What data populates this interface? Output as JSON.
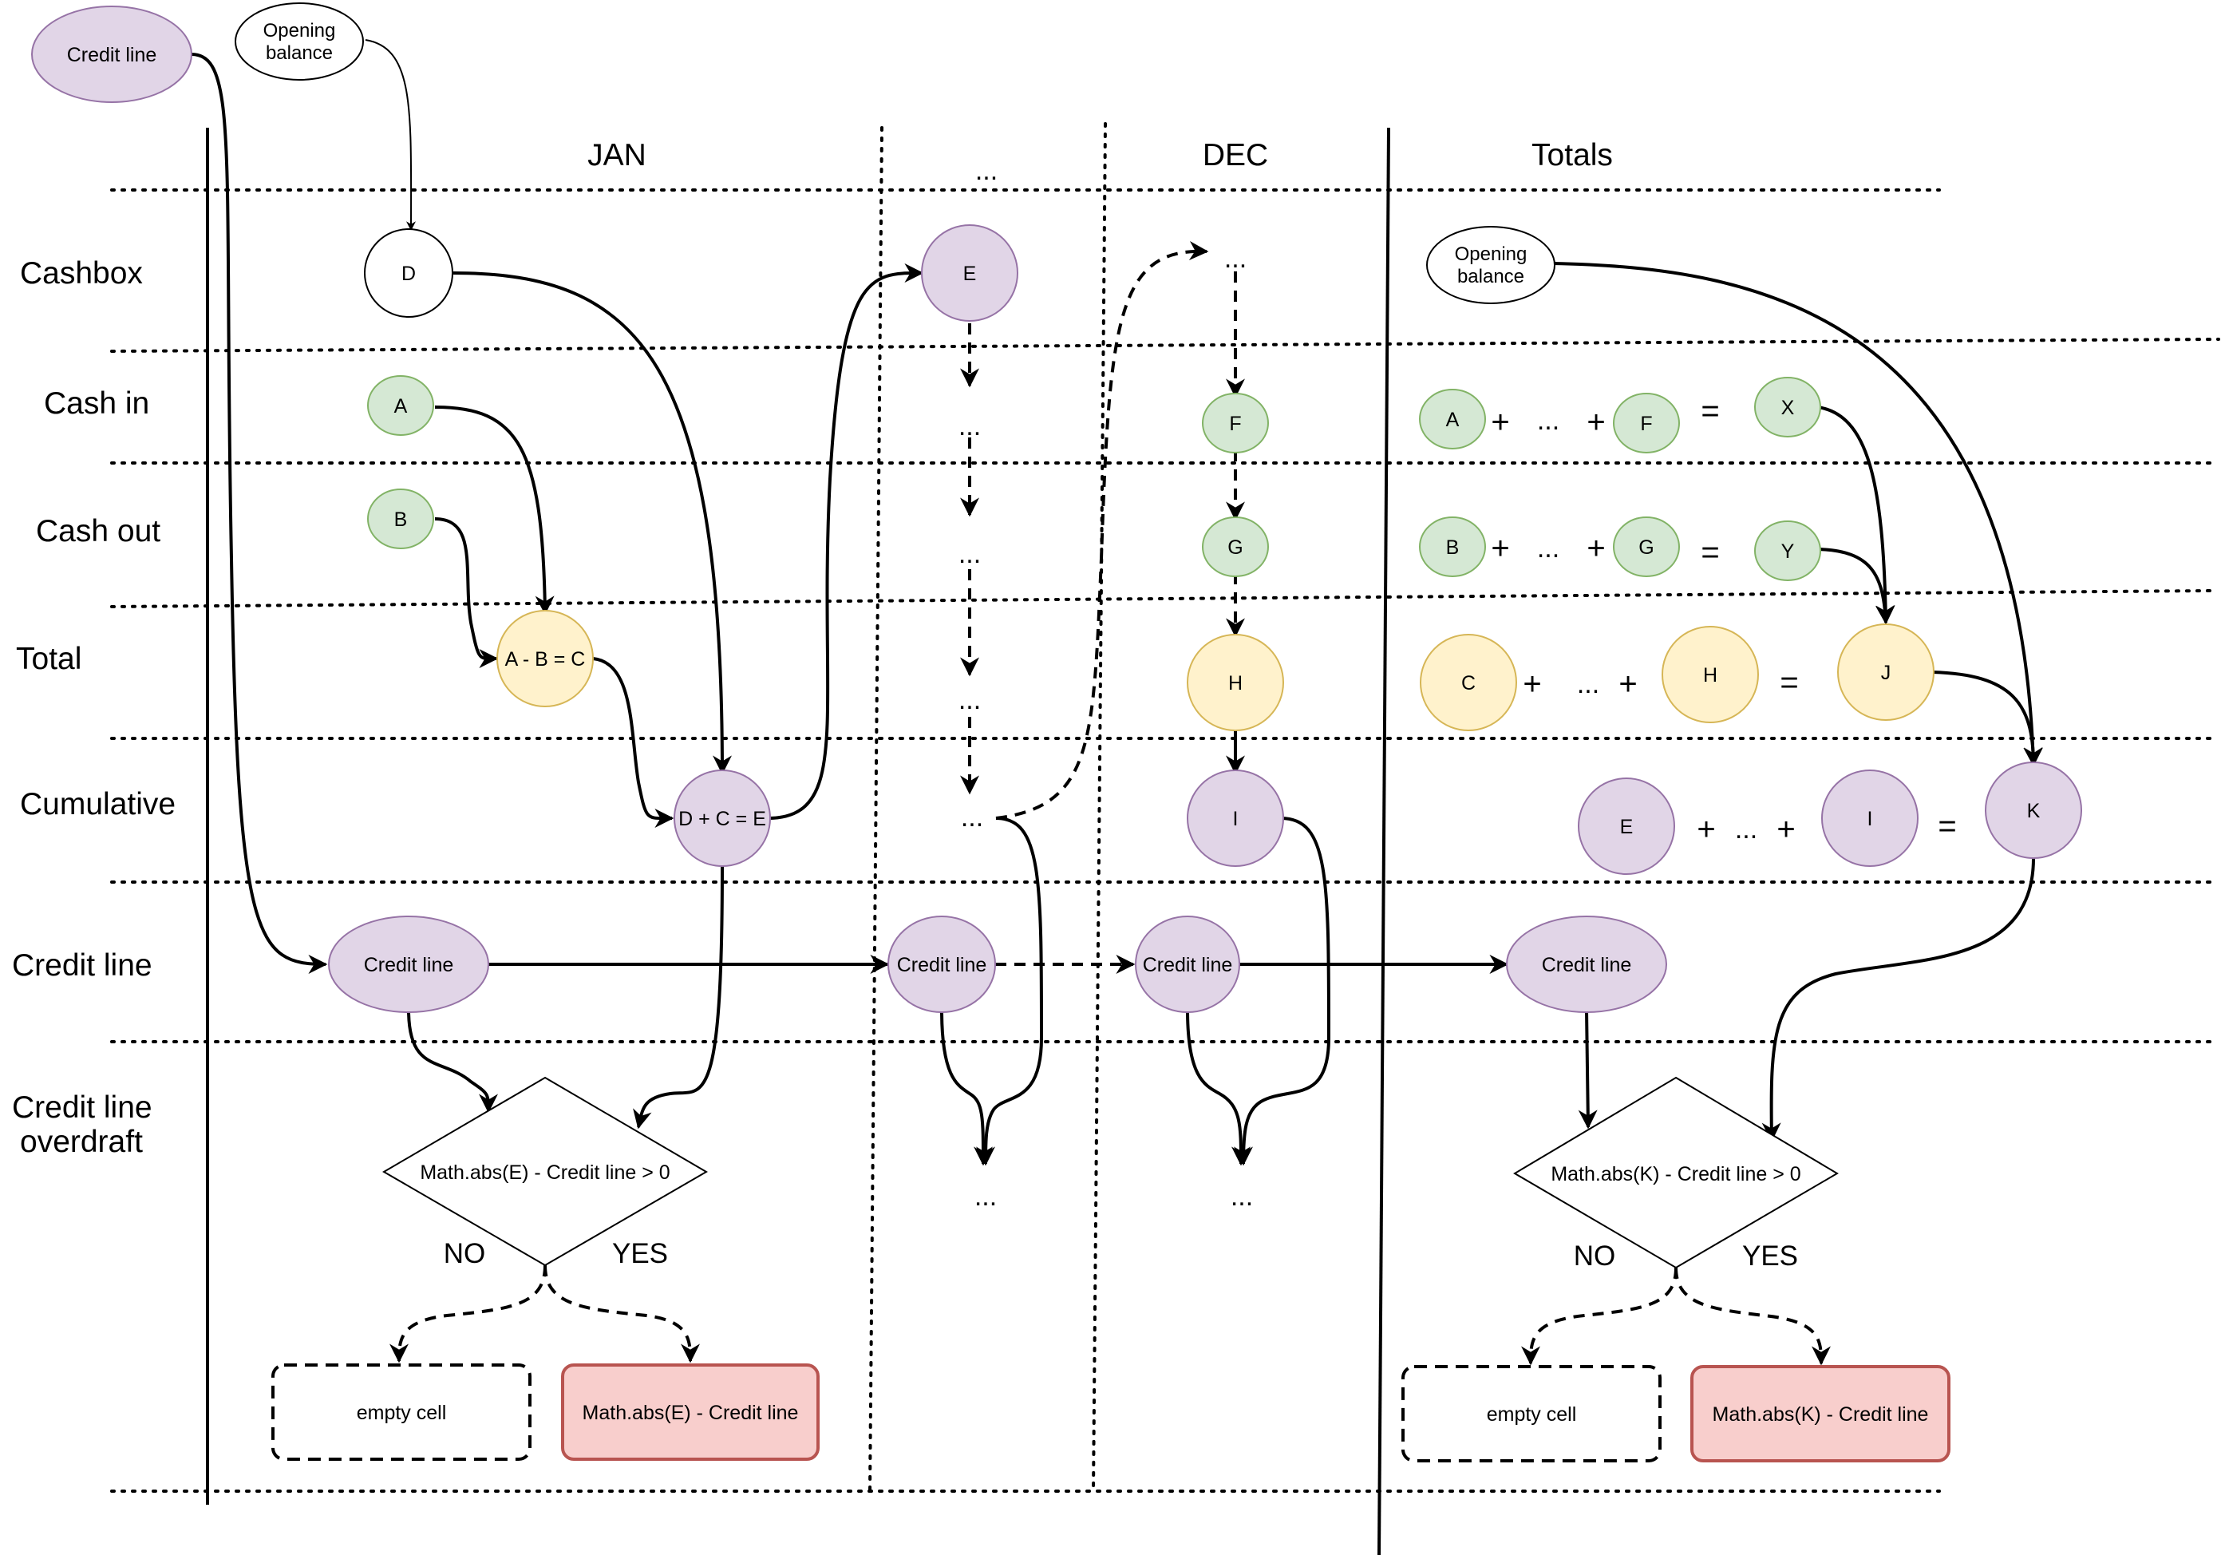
{
  "columns": {
    "jan": "JAN",
    "mid_dots": "...",
    "dec": "DEC",
    "totals": "Totals"
  },
  "rows": {
    "cashbox": "Cashbox",
    "cash_in": "Cash in",
    "cash_out": "Cash out",
    "total": "Total",
    "cumulative": "Cumulative",
    "credit_line": "Credit line",
    "credit_line_overdraft_1": "Credit line",
    "credit_line_overdraft_2": "overdraft"
  },
  "top": {
    "credit_line": "Credit line",
    "opening_balance_1": "Opening",
    "opening_balance_2": "balance"
  },
  "jan": {
    "d": "D",
    "a": "A",
    "b": "B",
    "c": "A - B = C",
    "e": "D + C = E",
    "credit_line": "Credit line",
    "condition": "Math.abs(E) - Credit line > 0",
    "no": "NO",
    "yes": "YES",
    "empty_cell": "empty cell",
    "overdraft": "Math.abs(E) - Credit line"
  },
  "mid": {
    "e": "E",
    "dots_1": "...",
    "dots_2": "...",
    "dots_3": "...",
    "dots_4": "...",
    "credit_line": "Credit line",
    "dots_bottom": "..."
  },
  "dec": {
    "dots_top": "...",
    "f": "F",
    "g": "G",
    "h": "H",
    "i": "I",
    "credit_line": "Credit line",
    "dots_bottom": "..."
  },
  "totals": {
    "opening_balance_1": "Opening",
    "opening_balance_2": "balance",
    "in_a": "A",
    "in_f": "F",
    "in_x": "X",
    "out_b": "B",
    "out_g": "G",
    "out_y": "Y",
    "tot_c": "C",
    "tot_h": "H",
    "tot_j": "J",
    "cum_e": "E",
    "cum_i": "I",
    "cum_k": "K",
    "plus": "+",
    "ellipsis": "...",
    "equals": "=",
    "credit_line": "Credit line",
    "condition": "Math.abs(K) - Credit line > 0",
    "no": "NO",
    "yes": "YES",
    "empty_cell": "empty cell",
    "overdraft": "Math.abs(K) - Credit line"
  },
  "colors": {
    "purple_fill": "#e1d5e7",
    "green_fill": "#d5e8d4",
    "yellow_fill": "#fff2cc",
    "red_fill": "#f8cecc"
  }
}
